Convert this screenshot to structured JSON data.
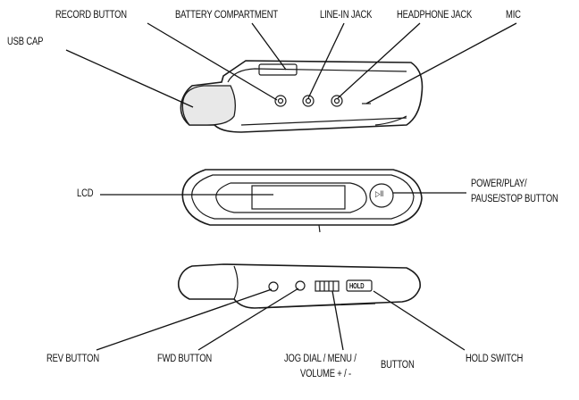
{
  "labels": {
    "record_button": "RECORD BUTTON",
    "battery_compartment": "BATTERY COMPARTMENT",
    "line_in_jack": "LINE-IN JACK",
    "headphone_jack": "HEADPHONE JACK",
    "mic": "MIC",
    "usb_cap": "USB CAP",
    "lcd": "LCD",
    "power_line1": "POWER/PLAY/",
    "power_line2": "PAUSE/STOP BUTTON",
    "rev_button": "REV BUTTON",
    "fwd_button": "FWD BUTTON",
    "jog_line1": "JOG DIAL / MENU /",
    "jog_line2": "VOLUME + / -",
    "button": "BUTTON",
    "hold_switch": "HOLD SWITCH"
  },
  "device_markings": {
    "hold": "HOLD",
    "play_symbol": "▷II"
  },
  "colors": {
    "ink": "#111111",
    "background": "#ffffff"
  }
}
